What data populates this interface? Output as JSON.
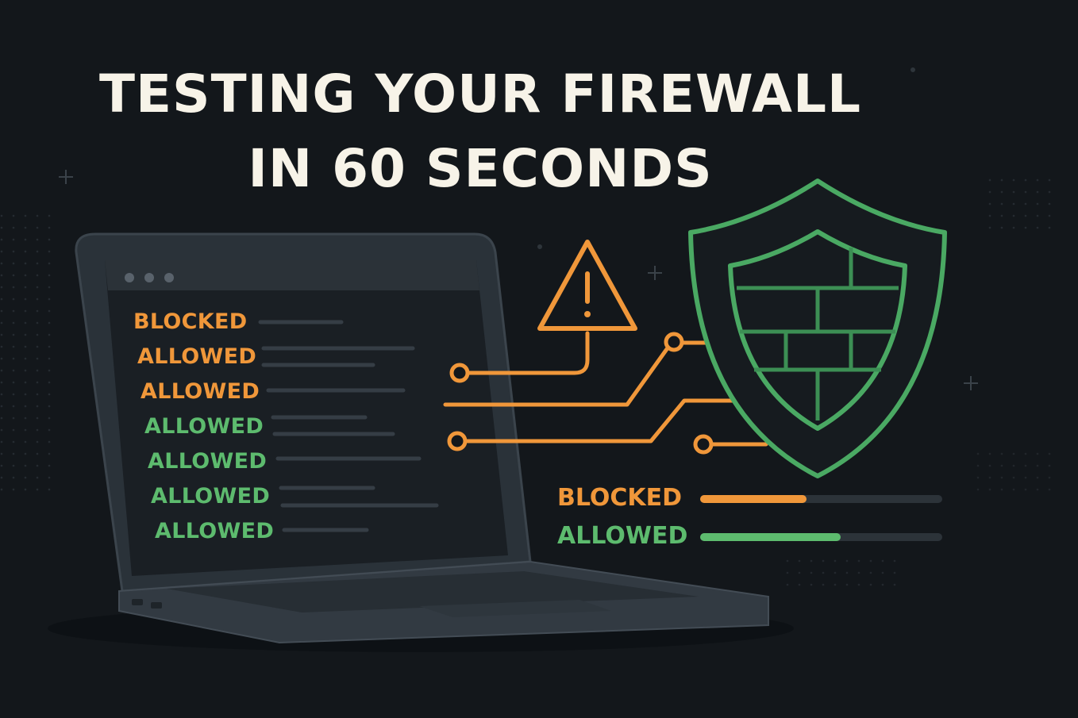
{
  "title": {
    "line1": "TESTING YOUR FIREWALL",
    "line2": "IN 60 SECONDS"
  },
  "colors": {
    "background": "#13171b",
    "orange": "#f0973a",
    "green": "#5dbb6e",
    "title": "#f7f3e8"
  },
  "laptop": {
    "log": [
      {
        "label": "BLOCKED",
        "status": "blocked"
      },
      {
        "label": "ALLOWED",
        "status": "blocked"
      },
      {
        "label": "ALLOWED",
        "status": "blocked"
      },
      {
        "label": "ALLOWED",
        "status": "allowed"
      },
      {
        "label": "ALLOWED",
        "status": "allowed"
      },
      {
        "label": "ALLOWED",
        "status": "allowed"
      },
      {
        "label": "ALLOWED",
        "status": "allowed"
      }
    ]
  },
  "icons": [
    "warning-icon",
    "shield-icon",
    "brick-wall-icon"
  ],
  "legend": [
    {
      "label": "BLOCKED",
      "status": "blocked",
      "fill": 0.44
    },
    {
      "label": "ALLOWED",
      "status": "allowed",
      "fill": 0.58
    }
  ]
}
